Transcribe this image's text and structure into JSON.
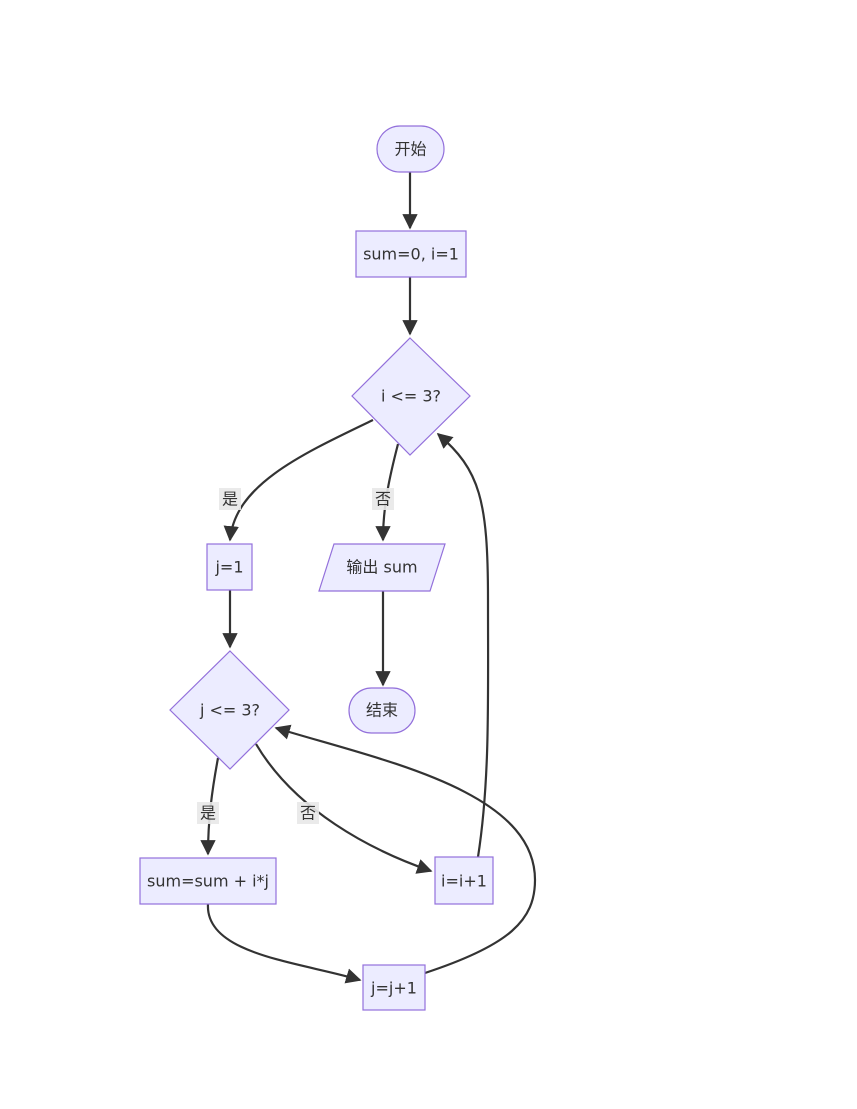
{
  "nodes": {
    "start": {
      "label": "开始"
    },
    "init": {
      "label": "sum=0, i=1"
    },
    "cond_i": {
      "label": "i <= 3?"
    },
    "set_j": {
      "label": "j=1"
    },
    "output": {
      "label": "输出 sum"
    },
    "end": {
      "label": "结束"
    },
    "cond_j": {
      "label": "j <= 3?"
    },
    "accumulate": {
      "label": "sum=sum + i*j"
    },
    "inc_i": {
      "label": "i=i+1"
    },
    "inc_j": {
      "label": "j=j+1"
    }
  },
  "edge_labels": {
    "cond_i_yes": "是",
    "cond_i_no": "否",
    "cond_j_yes": "是",
    "cond_j_no": "否"
  },
  "colors": {
    "node_fill": "#ECECFF",
    "node_stroke": "#9370DB",
    "edge": "#333333",
    "text": "#333333"
  }
}
